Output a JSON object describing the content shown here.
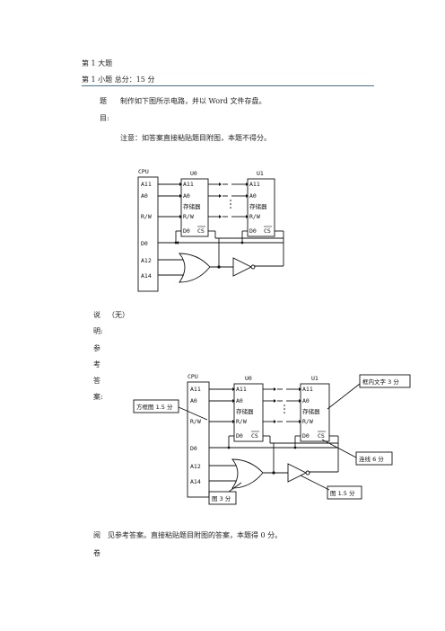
{
  "header": {
    "section": "第 1 大题",
    "question_line": "第 1 小题  总分：15 分"
  },
  "question": {
    "label_1": "题",
    "label_2": "目:",
    "text": "制作如下图所示电路，并以 Word 文件存盘。",
    "note": "注意：如答案直接粘贴题目附图，本题不得分。"
  },
  "circuit": {
    "cpu": "CPU",
    "u0": "U0",
    "u1": "U1",
    "a11": "A11",
    "a0": "A0",
    "rw": "R/W",
    "d0": "D0",
    "cs": "CS",
    "mem": "存储器",
    "a12": "A12",
    "a14": "A14"
  },
  "explanation": {
    "label_1": "说",
    "label_2": "明:",
    "text": "（无）"
  },
  "reference": {
    "label": [
      "参",
      "考",
      "答",
      "案:"
    ],
    "callouts": {
      "box_text": "框内文字 3 分",
      "block_diagram": "方框图 1.5 分",
      "wiring": "连线 6 分",
      "or_gate": "图 3 分",
      "not_gate": "图 1.5 分"
    }
  },
  "grading": {
    "label_1": "阅",
    "label_2": "卷",
    "text": "见参考答案。直接粘贴题目附图的答案，本题得 0 分。"
  }
}
